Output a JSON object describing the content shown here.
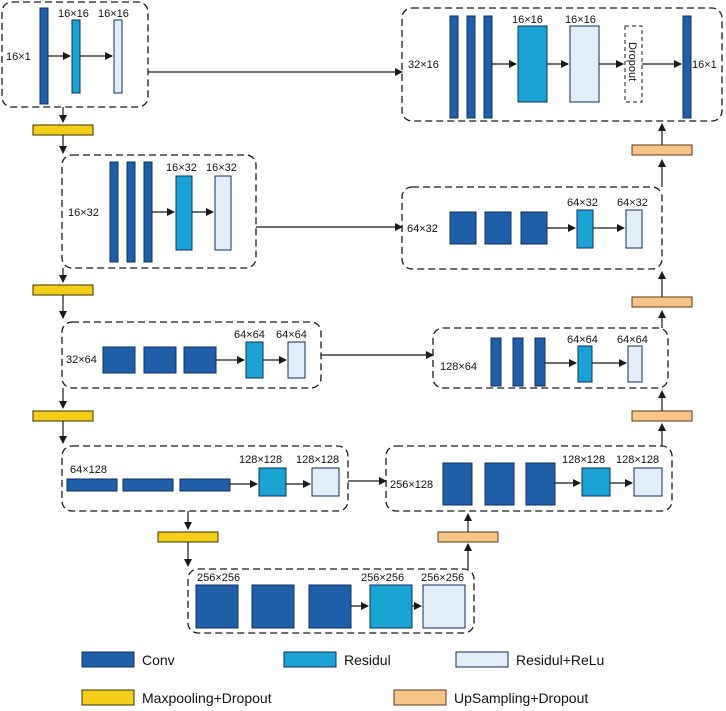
{
  "labels": {
    "b1_in": "16×1",
    "b1_r": "16×16",
    "b1_rr": "16×16",
    "b2_in": "16×32",
    "b2_r": "16×32",
    "b2_rr": "16×32",
    "b3_in": "32×64",
    "b3_r": "64×64",
    "b3_rr": "64×64",
    "b4_in": "64×128",
    "b4_r": "128×128",
    "b4_rr": "128×128",
    "b5_in": "256×256",
    "b5_r": "256×256",
    "b5_rr": "256×256",
    "d4_in": "256×128",
    "d4_r": "128×128",
    "d4_rr": "128×128",
    "d3_in": "128×64",
    "d3_r": "64×64",
    "d3_rr": "64×64",
    "d2_in": "64×32",
    "d2_r": "64×32",
    "d2_rr": "64×32",
    "d1_in": "32×16",
    "d1_r": "16×16",
    "d1_rr": "16×16",
    "d1_out": "16×1",
    "dropout": "Dropout"
  },
  "legend": {
    "conv": "Conv",
    "residul": "Residul",
    "residul_relu": "Residul+ReLu",
    "maxpool": "Maxpooling+Dropout",
    "upsampling": "UpSampling+Dropout"
  },
  "colors": {
    "conv": "#1f5fa8",
    "residul": "#1ba3d4",
    "residul_relu": "#e4eef9",
    "maxpool": "#f4cf1a",
    "upsampling": "#f7c48a"
  }
}
